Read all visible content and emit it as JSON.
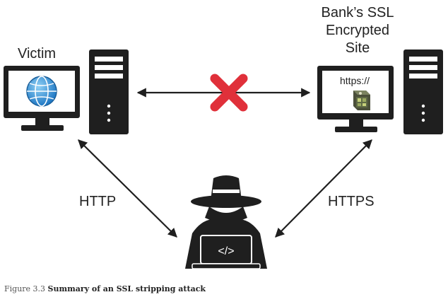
{
  "labels": {
    "victim": "Victim",
    "bank_site": [
      "Bank’s SSL",
      "Encrypted",
      "Site"
    ],
    "http": "HTTP",
    "https": "HTTPS",
    "url": "https://",
    "code_tag": "</>"
  },
  "caption": {
    "number": "Figure 3.3",
    "title": "Summary of an SSL stripping attack"
  },
  "icons": {
    "victim_screen": "globe-icon",
    "bank_screen": "lock-safe-icon",
    "blocked_link": "red-x-icon",
    "attacker": "hooded-hacker-icon"
  },
  "colors": {
    "ink": "#1f1f1f",
    "x_mark": "#e0303a",
    "globe_blue": "#2f8fd6"
  }
}
